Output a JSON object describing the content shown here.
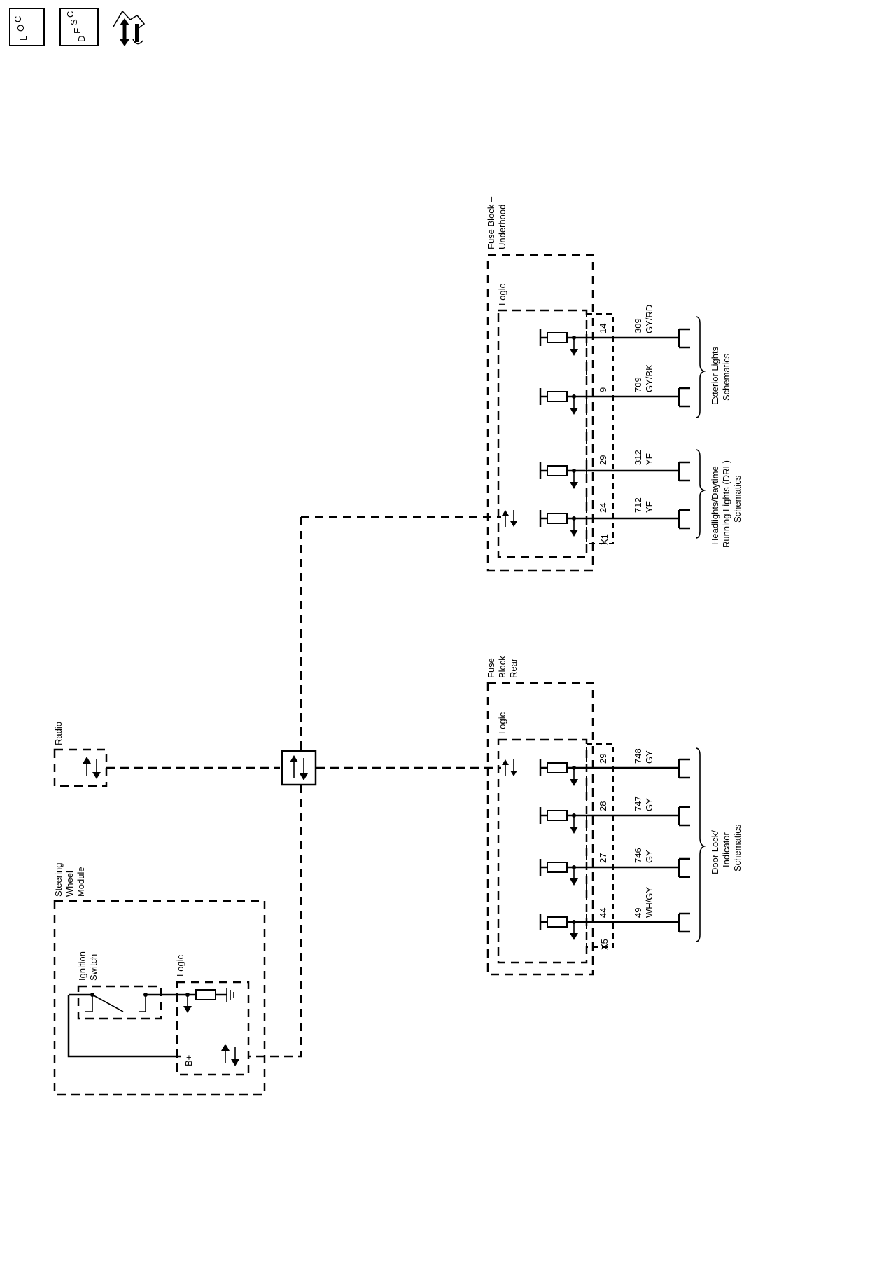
{
  "toolbar": {
    "icons": [
      "loc-icon",
      "desc-icon",
      "connector-tool-icon"
    ],
    "loc_letters": [
      "L",
      "O",
      "C"
    ],
    "desc_letters": [
      "D",
      "E",
      "S",
      "C"
    ]
  },
  "components": {
    "fuse_block_underhood": {
      "title": "Fuse Block - Underhood",
      "title_lines": [
        "Fuse Block –",
        "Underhood"
      ],
      "logic_label": "Logic",
      "connector": "X1"
    },
    "fuse_block_rear": {
      "title": "Fuse Block - Rear",
      "title_lines": [
        "Fuse",
        "Block -",
        "Rear"
      ],
      "logic_label": "Logic",
      "connector": "X5"
    },
    "radio": {
      "title": "Radio"
    },
    "steering_wheel_module": {
      "title_lines": [
        "Steering",
        "Wheel",
        "Module"
      ],
      "logic_label": "Logic",
      "bplus_label": "B+"
    },
    "ignition_switch": {
      "title_lines": [
        "Ignition",
        "Switch"
      ]
    }
  },
  "underhood_circuits": [
    {
      "pin": "14",
      "circuit": "309",
      "color": "GY/RD"
    },
    {
      "pin": "9",
      "circuit": "709",
      "color": "GY/BK"
    },
    {
      "pin": "29",
      "circuit": "312",
      "color": "YE"
    },
    {
      "pin": "24",
      "circuit": "712",
      "color": "YE"
    }
  ],
  "rear_circuits": [
    {
      "pin": "29",
      "circuit": "748",
      "color": "GY"
    },
    {
      "pin": "28",
      "circuit": "747",
      "color": "GY"
    },
    {
      "pin": "27",
      "circuit": "746",
      "color": "GY"
    },
    {
      "pin": "44",
      "circuit": "49",
      "color": "WH/GY"
    }
  ],
  "references": {
    "exterior_lights": [
      "Exterior Lights",
      "Schematics"
    ],
    "headlights_drl": [
      "Headlights/Daytime",
      "Running Lights (DRL)",
      "Schematics"
    ],
    "door_lock": [
      "Door Lock/",
      "Indicator",
      "Schematics"
    ]
  }
}
